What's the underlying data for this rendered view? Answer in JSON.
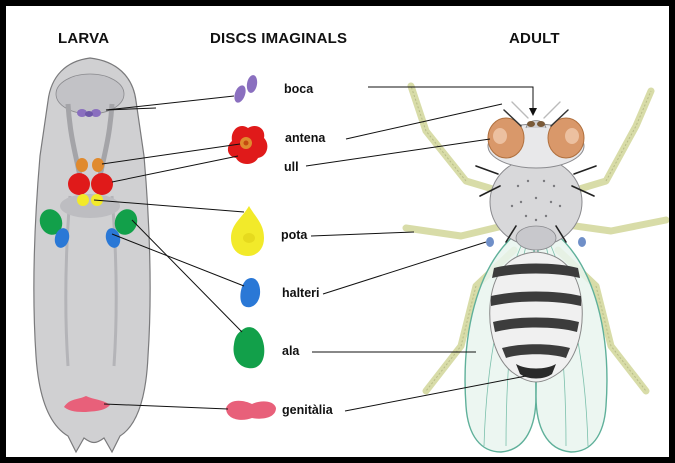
{
  "headers": {
    "larva": "LARVA",
    "discs": "DISCS IMAGINALS",
    "adult": "ADULT"
  },
  "labels": {
    "boca": "boca",
    "antena": "antena",
    "ull": "ull",
    "pota": "pota",
    "halteri": "halteri",
    "ala": "ala",
    "genitalia": "genitàlia"
  },
  "colors": {
    "boca": "#8a6fbf",
    "antena": "#e08a2e",
    "ull": "#e01a1a",
    "pota": "#f2ea2a",
    "halteri": "#2a78d6",
    "ala": "#12a04a",
    "genitalia": "#e8607a",
    "larva_body": "#d0d0d2",
    "fly_leg": "#d8dca8"
  }
}
